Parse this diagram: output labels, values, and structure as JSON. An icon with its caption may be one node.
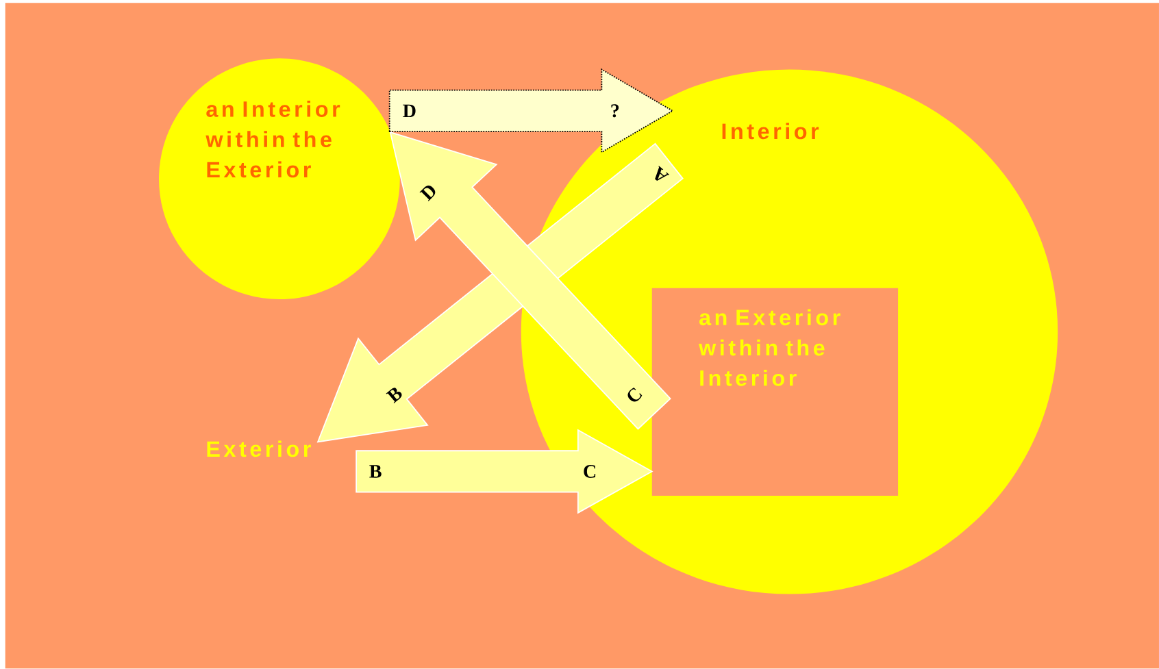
{
  "diagram": {
    "nodes": [
      {
        "text": [
          "an Interior within the Exterior"
        ]
      },
      {
        "text": [
          "Interior"
        ]
      },
      {
        "text": [
          "an Exterior within the Interior"
        ],
        "in": 1
      },
      {
        "text": [
          "Exterior"
        ]
      },
      {
        "text": [
          "?"
        ]
      }
    ],
    "edges": [
      {
        "from": 1,
        "to": 3,
        "arrow": "to"
      },
      {
        "from": 3,
        "to": 2,
        "arrow": "to"
      },
      {
        "from": 2,
        "to": 0,
        "arrow": "to"
      },
      {
        "from": 0,
        "to": 4,
        "arrow": "to",
        "color": "#ffffcc",
        "style": "dashed"
      }
    ],
    "labels": [
      "D",
      "A",
      "D",
      "B",
      "C",
      "B",
      "C"
    ]
  }
}
